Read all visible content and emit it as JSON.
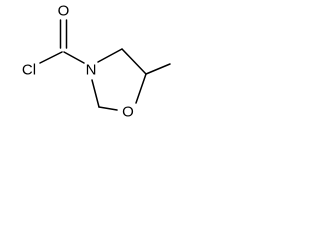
{
  "structure": {
    "atoms": {
      "carbonyl_oxygen": "O",
      "chlorine": "Cl",
      "ring_nitrogen": "N",
      "ring_oxygen": "O"
    }
  }
}
